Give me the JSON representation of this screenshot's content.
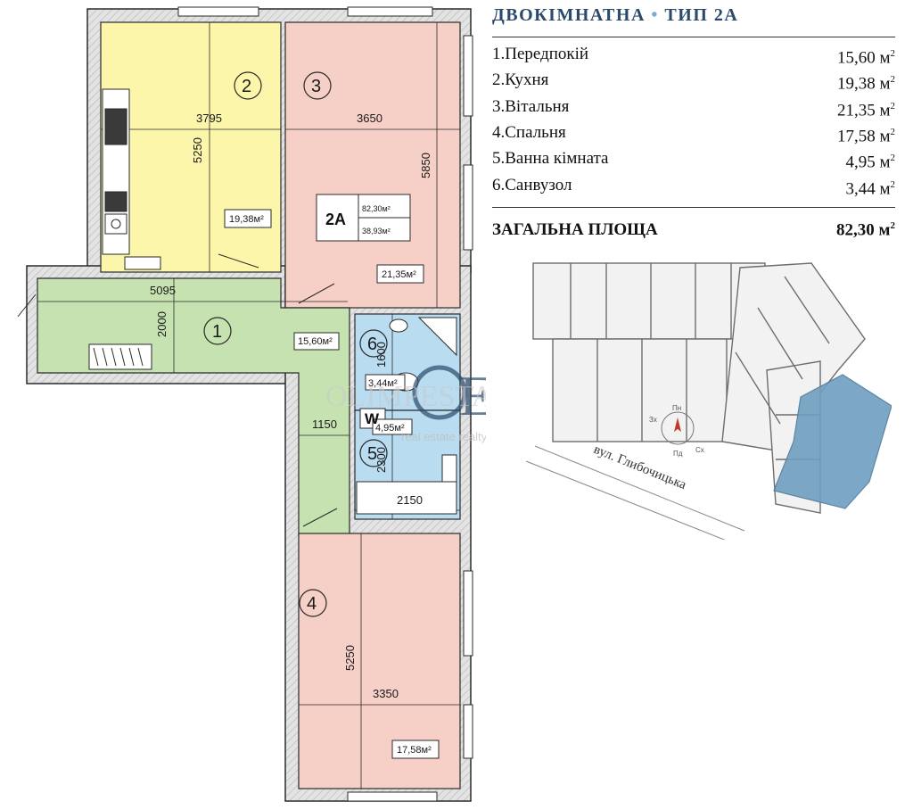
{
  "header": {
    "title_left": "ДВОКІМНАТНА",
    "separator": "•",
    "title_right": "ТИП 2А"
  },
  "rooms": [
    {
      "label": "1.Передпокій",
      "area": "15,60 м"
    },
    {
      "label": "2.Кухня",
      "area": "19,38 м"
    },
    {
      "label": "3.Вітальня",
      "area": "21,35 м"
    },
    {
      "label": "4.Спальня",
      "area": "17,58 м"
    },
    {
      "label": "5.Ванна кімната",
      "area": "4,95 м"
    },
    {
      "label": "6.Санвузол",
      "area": "3,44 м"
    }
  ],
  "area_unit_power": "2",
  "total": {
    "label": "ЗАГАЛЬНА ПЛОЩА",
    "value": "82,30 м"
  },
  "plan": {
    "type_code": "2А",
    "total_area": "82,30м²",
    "living_area": "38,93м²",
    "dims": {
      "kitchen_w": "3795",
      "kitchen_h": "5250",
      "living_w": "3650",
      "living_h": "5850",
      "hall_w": "5095",
      "hall_h": "2000",
      "corridor_w": "1150",
      "bath_h": "2300",
      "bath_w": "2150",
      "wc_h": "1600",
      "bedroom_h": "5250",
      "bedroom_w": "3350"
    },
    "room_numbers": [
      "1",
      "2",
      "3",
      "4",
      "5",
      "6"
    ],
    "room_areas": {
      "kitchen": "19,38м²",
      "living": "21,35м²",
      "hall": "15,60м²",
      "wc": "3,44м²",
      "bath": "4,95м²",
      "bedroom": "17,58м²"
    },
    "washer_label": "W"
  },
  "minimap": {
    "street": "вул. Глибочицька",
    "compass": {
      "n": "Пн",
      "e": "Сх",
      "s": "Пд",
      "w": "Зх"
    }
  },
  "watermark": {
    "brand": "OLIMPESTATE",
    "tagline": "real estate realty"
  },
  "colors": {
    "kitchen": "#fbf6a9",
    "living": "#f6cfc6",
    "hall": "#c6e2b1",
    "wet": "#b9dcf1",
    "accent": "#2b4a6b",
    "wall": "#2a2a2a",
    "minimap_highlight": "#6f9ec0"
  }
}
